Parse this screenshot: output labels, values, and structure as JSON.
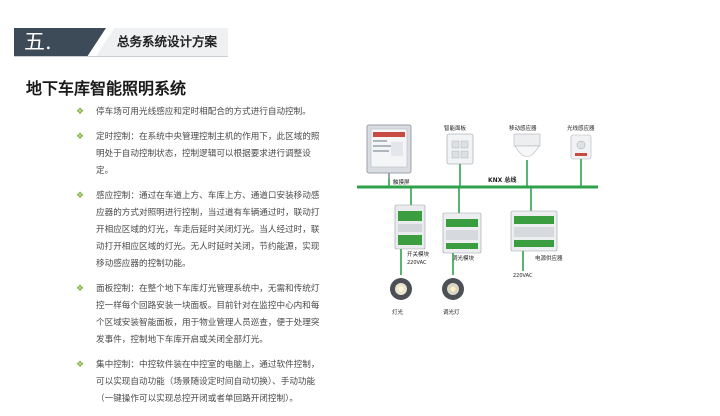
{
  "header": {
    "number": "五.",
    "title": "总务系统设计方案"
  },
  "page_title": "地下车库智能照明系统",
  "bullets": [
    "停车场可用光线感应和定时相配合的方式进行自动控制。",
    "定时控制：在系统中央管理控制主机的作用下，此区域的照明处于自动控制状态，控制逻辑可以根据要求进行调整设定。",
    "感应控制：通过在车道上方、车库上方、通道口安装移动感应器的方式对照明进行控制，当过道有车辆通过时，联动打开相应区域的灯光，车走后延时关闭灯光。当人经过时，联动打开相应区域的灯光。无人时延时关闭，节约能源，实现移动感应器的控制功能。",
    "面板控制：在整个地下车库灯光管理系统中，无需和传统灯控一样每个回路安装一块面板。目前针对在监控中心内和每个区域安装智能面板，用于物业管理人员巡查，便于处理突发事件，控制地下车库开启或关闭全部灯光。",
    "集中控制：中控软件装在中控室的电脑上，通过软件控制，可以实现自动功能（场景随设定时间自动切换）、手动功能（一键操作可以实现总控开闭或者单回路开闭控制）。"
  ],
  "diagram": {
    "bus_label": "KNX 总线",
    "touch_screen": "触摸屏",
    "smart_panel": "智能面板",
    "motion_sensor": "移动感应器",
    "light_sensor": "光线感应器",
    "switch_module": "开关模块",
    "dimmer_module": "调光模块",
    "power_supply": "电源供应器",
    "voltage_switch": "220VAC",
    "voltage_psu": "220VAC",
    "lamp": "灯光",
    "dimmable_lamp": "调光灯"
  },
  "colors": {
    "bus": "#2fa14a",
    "accent_bullet": "#7fb23b",
    "header_dark": "#3d4a57"
  }
}
